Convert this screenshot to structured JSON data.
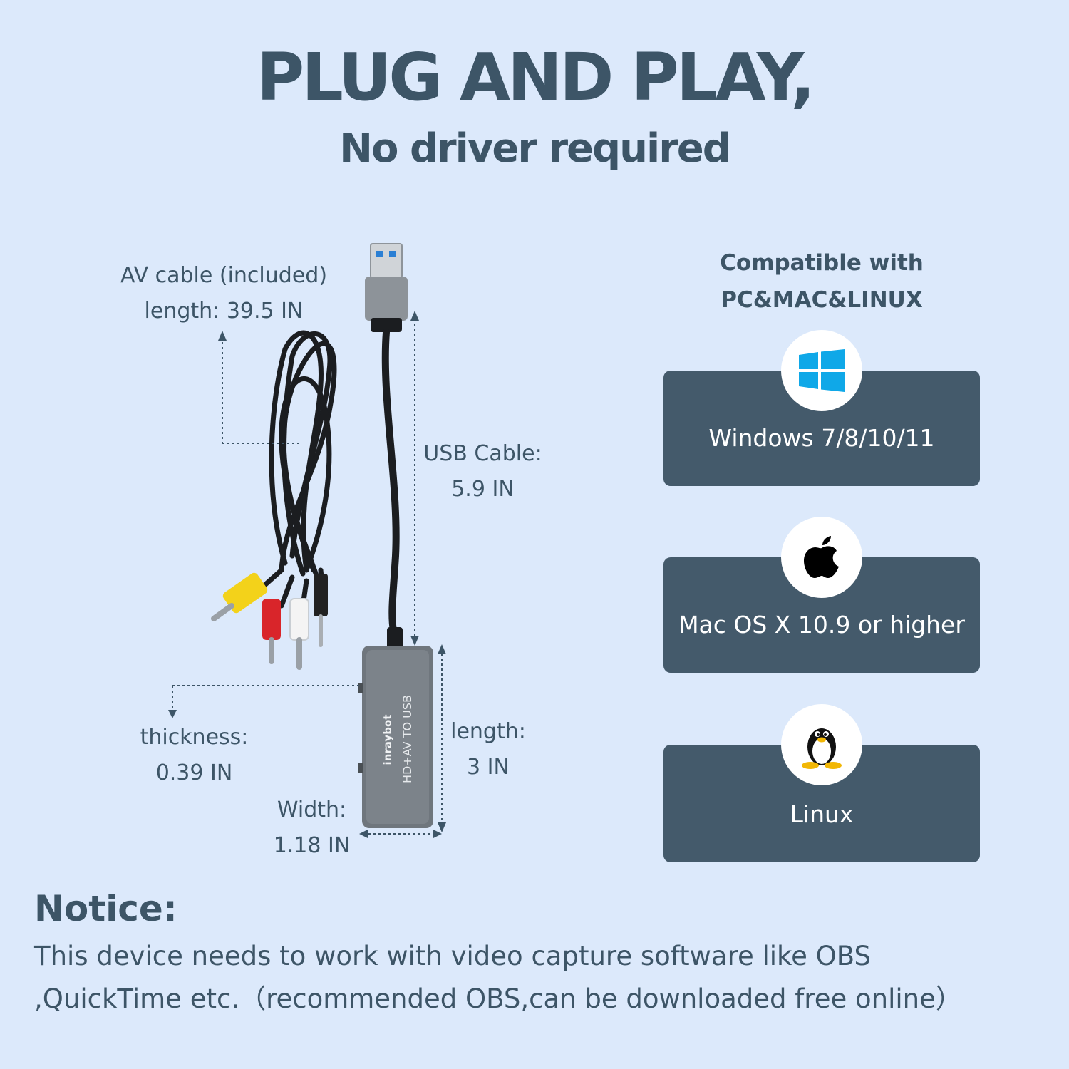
{
  "header": {
    "title": "PLUG AND PLAY,",
    "subtitle": "No driver required"
  },
  "product": {
    "device_text": "HD+AV TO USB",
    "brand_text": "inraybot",
    "av_cable": {
      "line1": "AV cable (included)",
      "line2": "length: 39.5 IN"
    },
    "usb_cable": {
      "line1": "USB Cable:",
      "line2": "5.9 IN"
    },
    "thickness": {
      "line1": "thickness:",
      "line2": "0.39 IN"
    },
    "length": {
      "line1": "length:",
      "line2": "3 IN"
    },
    "width": {
      "line1": "Width:",
      "line2": "1.18 IN"
    }
  },
  "compatibility": {
    "title_line1": "Compatible with",
    "title_line2": "PC&MAC&LINUX",
    "systems": [
      {
        "label": "Windows 7/8/10/11",
        "icon": "windows-logo-icon",
        "color": "#0fa8e8"
      },
      {
        "label": "Mac OS X 10.9 or higher",
        "icon": "apple-logo-icon",
        "color": "#000000"
      },
      {
        "label": "Linux",
        "icon": "linux-penguin-icon",
        "color": "#000000"
      }
    ]
  },
  "notice": {
    "title": "Notice:",
    "line1": "This device needs to work with video capture software like OBS",
    "line2": ",QuickTime etc.（recommended OBS,can be downloaded free online）"
  },
  "colors": {
    "background": "#dce9fb",
    "text": "#3d5567",
    "card": "#445a6b",
    "card_text": "#ffffff"
  }
}
